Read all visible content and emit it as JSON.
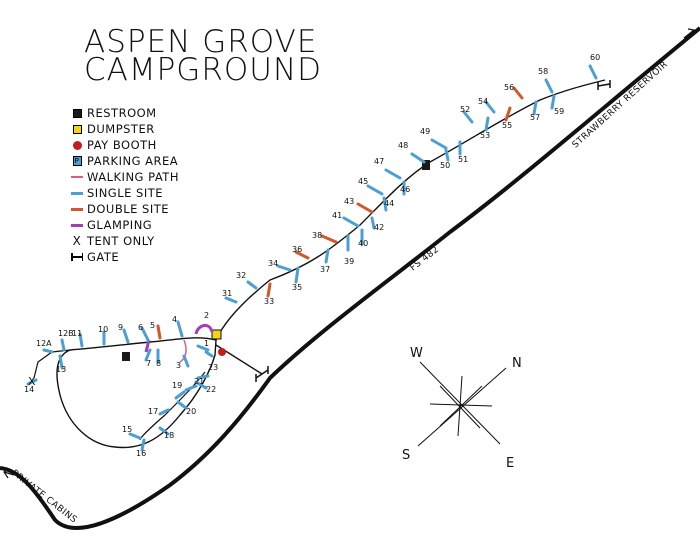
{
  "title": {
    "line1": "ASPEN GROVE",
    "line2": "CAMPGROUND"
  },
  "legend": [
    {
      "key": "restroom",
      "label": "RESTROOM",
      "color": "#1a1a1a"
    },
    {
      "key": "dumpster",
      "label": "DUMPSTER",
      "color": "#f2d41c"
    },
    {
      "key": "pay_booth",
      "label": "PAY BOOTH",
      "color": "#c41d1d"
    },
    {
      "key": "parking",
      "label": "PARKING AREA",
      "color": "#4a9fd4",
      "glyph": "P"
    },
    {
      "key": "walking",
      "label": "WALKING PATH",
      "color": "#e05a8a"
    },
    {
      "key": "single",
      "label": "SINGLE SITE",
      "color": "#4a9fd4"
    },
    {
      "key": "double",
      "label": "DOUBLE SITE",
      "color": "#d4562a"
    },
    {
      "key": "glamping",
      "label": "GLAMPING",
      "color": "#a23fb5"
    },
    {
      "key": "tent",
      "label": "TENT ONLY",
      "glyph": "X"
    },
    {
      "key": "gate",
      "label": "GATE"
    }
  ],
  "roads": {
    "fs482": "FS 482",
    "reservoir": "STRAWBERRY RESERVOIR",
    "cabins": "PRIVATE CABINS"
  },
  "compass": {
    "n": "N",
    "e": "E",
    "s": "S",
    "w": "W"
  },
  "site_labels": [
    "1",
    "2",
    "3",
    "4",
    "5",
    "6",
    "7",
    "8",
    "9",
    "10",
    "11",
    "12A",
    "12B",
    "13",
    "14",
    "15",
    "16",
    "17",
    "18",
    "19",
    "20",
    "21",
    "22",
    "23",
    "31",
    "32",
    "33",
    "34",
    "35",
    "36",
    "37",
    "38",
    "39",
    "40",
    "41",
    "42",
    "43",
    "44",
    "45",
    "46",
    "47",
    "48",
    "49",
    "50",
    "51",
    "52",
    "53",
    "54",
    "55",
    "56",
    "57",
    "58",
    "59",
    "60"
  ],
  "colors": {
    "single": "#4a9fd4",
    "double": "#d4562a",
    "glamping": "#a23fb5",
    "ink": "#111111"
  }
}
